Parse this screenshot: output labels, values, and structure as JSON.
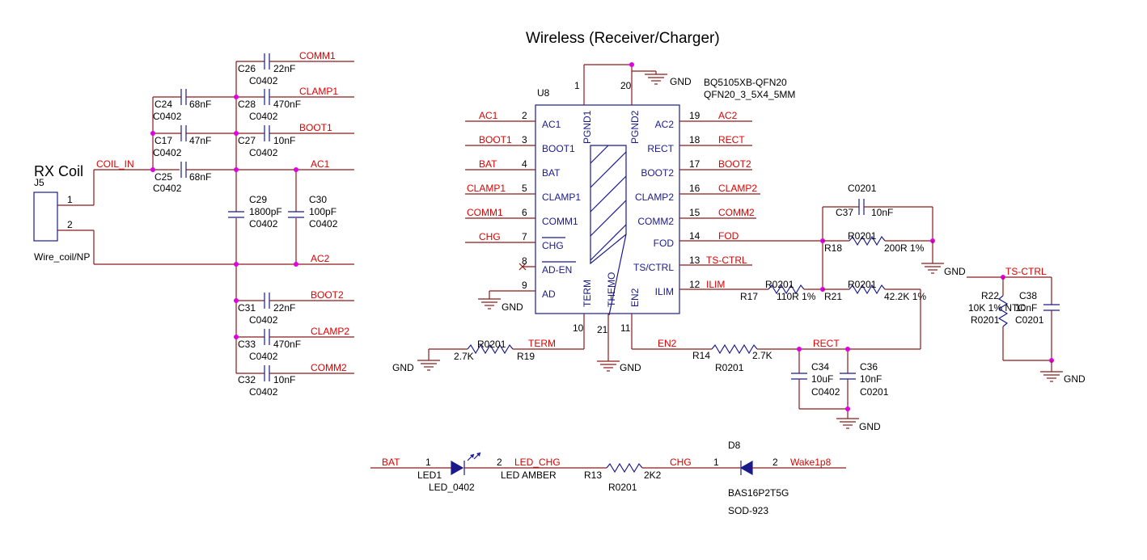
{
  "title": "Wireless (Receiver/Charger)",
  "rx_coil": {
    "heading": "RX Coil",
    "ref": "J5",
    "pin1": "1",
    "pin2": "2",
    "footprint": "Wire_coil/NP",
    "net": "COIL_IN"
  },
  "caps_left": [
    {
      "ref": "C26",
      "value": "22nF",
      "pkg": "C0402",
      "net": "COMM1"
    },
    {
      "ref": "C28",
      "value": "470nF",
      "pkg": "C0402",
      "net": "CLAMP1"
    },
    {
      "ref": "C24",
      "value": "68nF",
      "pkg": "C0402"
    },
    {
      "ref": "C27",
      "value": "10nF",
      "pkg": "C0402",
      "net": "BOOT1"
    },
    {
      "ref": "C17",
      "value": "47nF",
      "pkg": "C0402"
    },
    {
      "ref": "C25",
      "value": "68nF",
      "pkg": "C0402"
    },
    {
      "ref": "C29",
      "value": "1800pF",
      "pkg": "C0402"
    },
    {
      "ref": "C30",
      "value": "100pF",
      "pkg": "C0402"
    },
    {
      "ref": "C31",
      "value": "22nF",
      "pkg": "C0402",
      "net": "BOOT2"
    },
    {
      "ref": "C33",
      "value": "470nF",
      "pkg": "C0402",
      "net": "CLAMP2"
    },
    {
      "ref": "C32",
      "value": "10nF",
      "pkg": "C0402",
      "net": "COMM2"
    }
  ],
  "net_ac1": "AC1",
  "net_ac2": "AC2",
  "ic": {
    "ref": "U8",
    "part": "BQ5105XB-QFN20",
    "package": "QFN20_3_5X4_5MM",
    "left_pins": [
      {
        "num": "2",
        "name": "AC1",
        "net": "AC1"
      },
      {
        "num": "3",
        "name": "BOOT1",
        "net": "BOOT1"
      },
      {
        "num": "4",
        "name": "BAT",
        "net": "BAT"
      },
      {
        "num": "5",
        "name": "CLAMP1",
        "net": "CLAMP1"
      },
      {
        "num": "6",
        "name": "COMM1",
        "net": "COMM1"
      },
      {
        "num": "7",
        "name": "CHG",
        "net": "CHG"
      },
      {
        "num": "8",
        "name": "AD-EN",
        "net": ""
      },
      {
        "num": "9",
        "name": "AD",
        "net": ""
      }
    ],
    "right_pins": [
      {
        "num": "19",
        "name": "AC2",
        "net": "AC2"
      },
      {
        "num": "18",
        "name": "RECT",
        "net": "RECT"
      },
      {
        "num": "17",
        "name": "BOOT2",
        "net": "BOOT2"
      },
      {
        "num": "16",
        "name": "CLAMP2",
        "net": "CLAMP2"
      },
      {
        "num": "15",
        "name": "COMM2",
        "net": "COMM2"
      },
      {
        "num": "14",
        "name": "FOD",
        "net": "FOD"
      },
      {
        "num": "13",
        "name": "TS/CTRL",
        "net": "TS-CTRL"
      },
      {
        "num": "12",
        "name": "ILIM",
        "net": "ILIM"
      }
    ],
    "top_pins": [
      {
        "num": "1",
        "name": "PGND1"
      },
      {
        "num": "20",
        "name": "PGND2"
      }
    ],
    "bottom_pins": [
      {
        "num": "10",
        "name": "TERM"
      },
      {
        "num": "21",
        "name": "THEMO"
      },
      {
        "num": "11",
        "name": "EN2"
      }
    ]
  },
  "gnd": "GND",
  "r19": {
    "ref": "R19",
    "value": "2.7K",
    "pkg": "R0201",
    "net": "TERM"
  },
  "r14": {
    "ref": "R14",
    "value": "2.7K",
    "pkg": "R0201",
    "net": "EN2"
  },
  "r17": {
    "ref": "R17",
    "value": "110R 1%",
    "pkg": "R0201"
  },
  "r18": {
    "ref": "R18",
    "value": "200R 1%",
    "pkg": "R0201"
  },
  "r21": {
    "ref": "R21",
    "value": "42.2K 1%",
    "pkg": "R0201"
  },
  "c37": {
    "ref": "C37",
    "value": "10nF",
    "pkg": "C0201"
  },
  "c34": {
    "ref": "C34",
    "value": "10uF",
    "pkg": "C0402"
  },
  "c36": {
    "ref": "C36",
    "value": "10nF",
    "pkg": "C0201"
  },
  "net_rect": "RECT",
  "ts": {
    "net": "TS-CTRL",
    "r22_ref": "R22",
    "r22_value": "10K 1% NTC",
    "r22_pkg": "R0201",
    "c38_ref": "C38",
    "c38_value": "10nF",
    "c38_pkg": "C0201"
  },
  "bottom": {
    "net_bat": "BAT",
    "led_ref": "LED1",
    "led_pkg": "LED_0402",
    "led_pin1": "1",
    "led_pin2": "2",
    "net_led_chg": "LED_CHG",
    "led_color": "LED AMBER",
    "r13_ref": "R13",
    "r13_pkg": "R0201",
    "r13_value": "2K2",
    "net_chg": "CHG",
    "d8_ref": "D8",
    "d8_pin1": "1",
    "d8_pin2": "2",
    "net_wake": "Wake1p8",
    "d8_part": "BAS16P2T5G",
    "d8_pkg": "SOD-923"
  },
  "colors": {
    "wire": "#8b1a1a",
    "part": "#1a1a8b",
    "net_label": "#e00000",
    "junction": "#e000e0"
  }
}
